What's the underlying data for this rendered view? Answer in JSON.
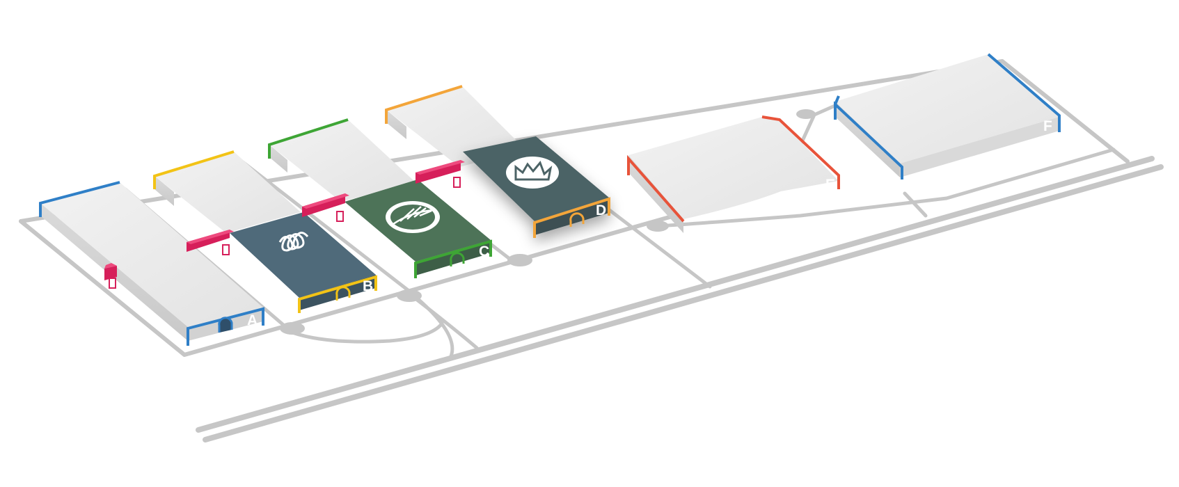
{
  "halls": [
    {
      "id": "A",
      "label": "A",
      "accent": "#2f7fc7",
      "active": false
    },
    {
      "id": "B",
      "label": "B",
      "accent": "#f2c316",
      "active": true,
      "fill": "#4f6a7a",
      "icon": "spiral-icon"
    },
    {
      "id": "C",
      "label": "C",
      "accent": "#3ea535",
      "active": true,
      "fill": "#4d7358",
      "icon": "wheat-field-icon"
    },
    {
      "id": "D",
      "label": "D",
      "accent": "#f3a53a",
      "active": true,
      "fill": "#4c6366",
      "icon": "crown-icon"
    },
    {
      "id": "E",
      "label": "E",
      "accent": "#e8533a",
      "active": false
    },
    {
      "id": "F",
      "label": "F",
      "accent": "#2f7fc7",
      "active": false
    }
  ],
  "connector_color": "#d61f5a",
  "road_color": "#c6c6c6",
  "entrance_icon": "door-arch-icon"
}
